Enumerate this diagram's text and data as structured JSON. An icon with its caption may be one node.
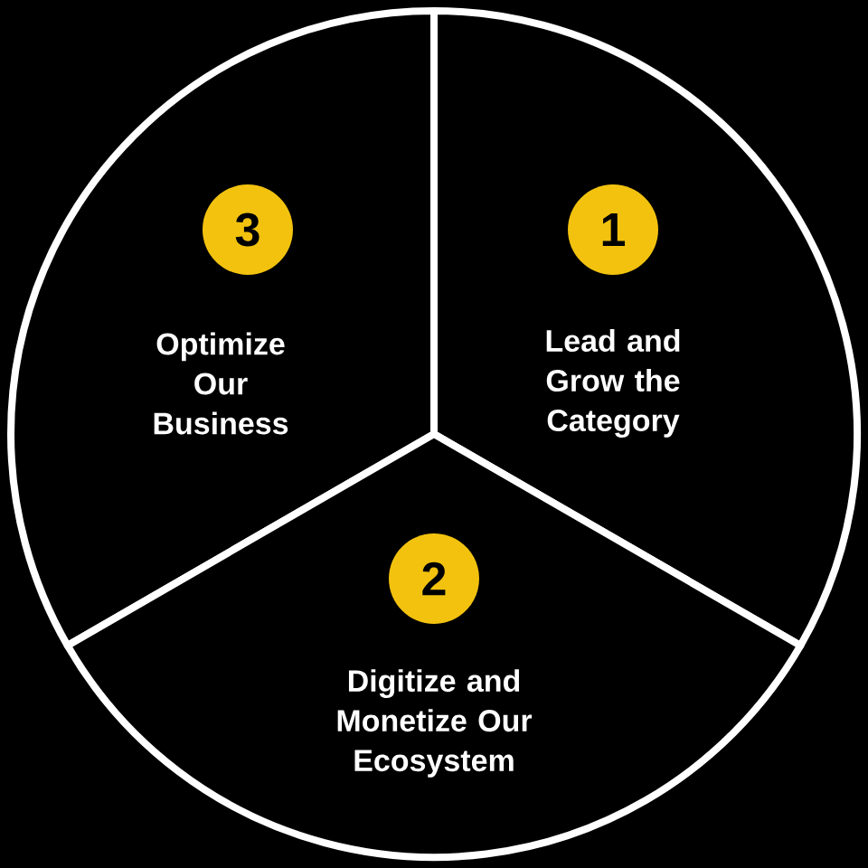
{
  "diagram": {
    "nodes": [
      {
        "text": [
          "Optimize Our Business"
        ]
      },
      {
        "text": [
          "3"
        ],
        "in": 0
      },
      {
        "text": [
          "Lead and Grow the Category"
        ]
      },
      {
        "text": [
          "1"
        ],
        "in": 2
      },
      {
        "text": [
          "Digitize and Monetize Our Ecosystem"
        ]
      },
      {
        "text": [
          "2"
        ],
        "in": 4
      }
    ]
  }
}
